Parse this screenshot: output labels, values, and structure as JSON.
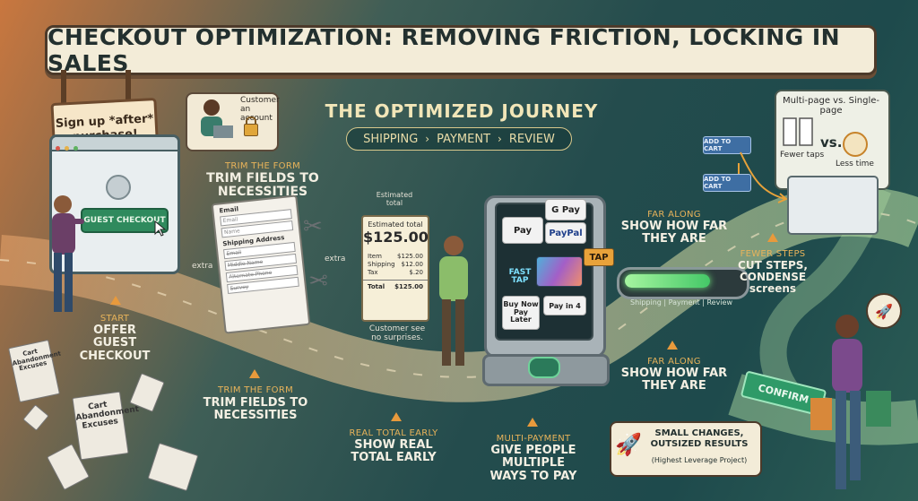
{
  "title": "CHECKOUT OPTIMIZATION: REMOVING FRICTION, LOCKING IN SALES",
  "journey": {
    "title": "THE OPTIMIZED JOURNEY",
    "steps": [
      "SHIPPING",
      "PAYMENT",
      "REVIEW"
    ]
  },
  "sign": {
    "line1": "Sign up *after*",
    "line2": "purchase!"
  },
  "guest_button": "GUEST CHECKOUT",
  "customer_bubble": "Customer an account",
  "stations": {
    "start": {
      "small": "START",
      "big": "OFFER GUEST CHECKOUT"
    },
    "trim_top": {
      "small": "TRIM THE FORM",
      "big": "TRIM FIELDS TO NECESSITIES"
    },
    "trim_bottom": {
      "small": "TRIM THE FORM",
      "big": "TRIM FIELDS TO NECESSITIES"
    },
    "real_total": {
      "small": "REAL TOTAL EARLY",
      "big": "SHOW REAL TOTAL EARLY"
    },
    "multi_payment": {
      "small": "MULTI-PAYMENT",
      "big": "GIVE PEOPLE MULTIPLE WAYS TO PAY"
    },
    "far_along_top": {
      "small": "FAR ALONG",
      "big": "SHOW HOW FAR THEY ARE"
    },
    "far_along_bottom": {
      "small": "FAR ALONG",
      "big": "SHOW HOW FAR THEY ARE"
    },
    "fewer_steps": {
      "small": "FEWER STEPS",
      "big": "CUT STEPS, CONDENSE screens"
    }
  },
  "form": {
    "email_label": "Email",
    "email_placeholder": "Email",
    "name_placeholder": "Name",
    "shipping_label": "Shipping Address",
    "shipping_email": "Email",
    "middle_name": "Middle Name",
    "alternate_phone": "Alternate Phone",
    "survey": "Survey",
    "extra_left": "extra",
    "extra_right": "extra"
  },
  "estimated_total_tag": "Estimated total",
  "receipt": {
    "header": "Estimated total",
    "amount": "$125.00",
    "rows": [
      {
        "label": "Item",
        "value": "$125.00"
      },
      {
        "label": "Shipping",
        "value": "$12.00"
      },
      {
        "label": "Tax",
        "value": "$.20"
      }
    ],
    "total_label": "Total",
    "total_value": "$125.00"
  },
  "receipt_caption": "Customer see no surprises.",
  "kiosk": {
    "apple_pay": "Pay",
    "google_pay": "G Pay",
    "paypal": "PayPal",
    "fast_tap": "FAST TAP",
    "tap": "TAP",
    "bnpl": "Buy Now Pay Later",
    "pay_in_4": "Pay in 4"
  },
  "progress": {
    "fraction": 0.75,
    "caption": "Shipping | Payment | Review"
  },
  "cart_buttons": [
    "ADD TO CART",
    "ADD TO CART"
  ],
  "multipage": {
    "title": "Multi-page vs. Single-page",
    "vs": "vs.",
    "fewer_taps": "Fewer taps",
    "less_time": "Less time"
  },
  "confirm_button": "CONFIRM",
  "result": {
    "headline": "SMALL CHANGES, OUTSIZED RESULTS",
    "sub": "(Highest Leverage Project)"
  },
  "papers": [
    "Cart Abandonment Excuses",
    "Cart Abandonment Excuses"
  ],
  "colors": {
    "accent_orange": "#e89a3c",
    "road": "#e9c79a",
    "confirm": "#2f9a68"
  }
}
